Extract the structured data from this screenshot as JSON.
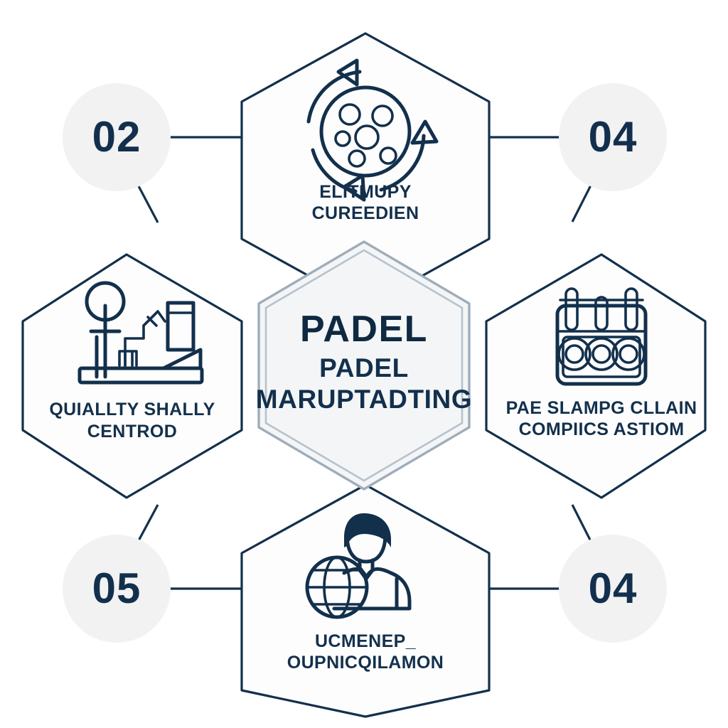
{
  "diagram": {
    "type": "hexagonal-hub-and-spoke-infographic",
    "center": {
      "title": "PADEL",
      "subtitle_line1": "PADEL",
      "subtitle_line2": "MARUPTADTING"
    },
    "nodes": [
      {
        "id": "top",
        "position": "top",
        "label_line1": "ELITMUPY",
        "label_line2": "CUREEDIEN",
        "icon": "recycle-circle-icon"
      },
      {
        "id": "right",
        "position": "right",
        "label_line1": "PAE SLAMPG CLLAIN",
        "label_line2": "COMPIICS ASTIOM",
        "icon": "machine-rollers-icon"
      },
      {
        "id": "bottom",
        "position": "bottom",
        "label_line1": "UCMENEP_",
        "label_line2": "OUPNICQILAMON",
        "icon": "person-globe-icon"
      },
      {
        "id": "left",
        "position": "left",
        "label_line1": "QUIALLTY SHALLY",
        "label_line2": "CENTROD",
        "icon": "factory-machinery-icon"
      }
    ],
    "markers": [
      {
        "id": "marker-top-left",
        "number": "02",
        "position": "top-left"
      },
      {
        "id": "marker-top-right",
        "number": "04",
        "position": "top-right"
      },
      {
        "id": "marker-bottom-left",
        "number": "05",
        "position": "bottom-left"
      },
      {
        "id": "marker-bottom-right",
        "number": "04",
        "position": "bottom-right"
      }
    ],
    "colors": {
      "navy": "#13304c",
      "navy_dark": "#0f2942",
      "center_border": "#9fadbb",
      "center_fill": "#f4f5f6",
      "marker_fill": "#f2f2f2",
      "background": "#ffffff"
    }
  }
}
